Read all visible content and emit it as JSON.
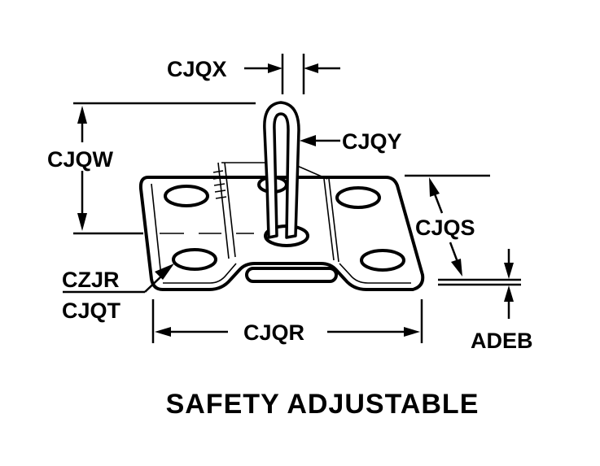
{
  "labels": {
    "cjqx": "CJQX",
    "cjqy": "CJQY",
    "cjqw": "CJQW",
    "cjqs": "CJQS",
    "czjr": "CZJR",
    "cjqt": "CJQT",
    "cjqr": "CJQR",
    "adeb": "ADEB"
  },
  "caption": "SAFETY ADJUSTABLE"
}
